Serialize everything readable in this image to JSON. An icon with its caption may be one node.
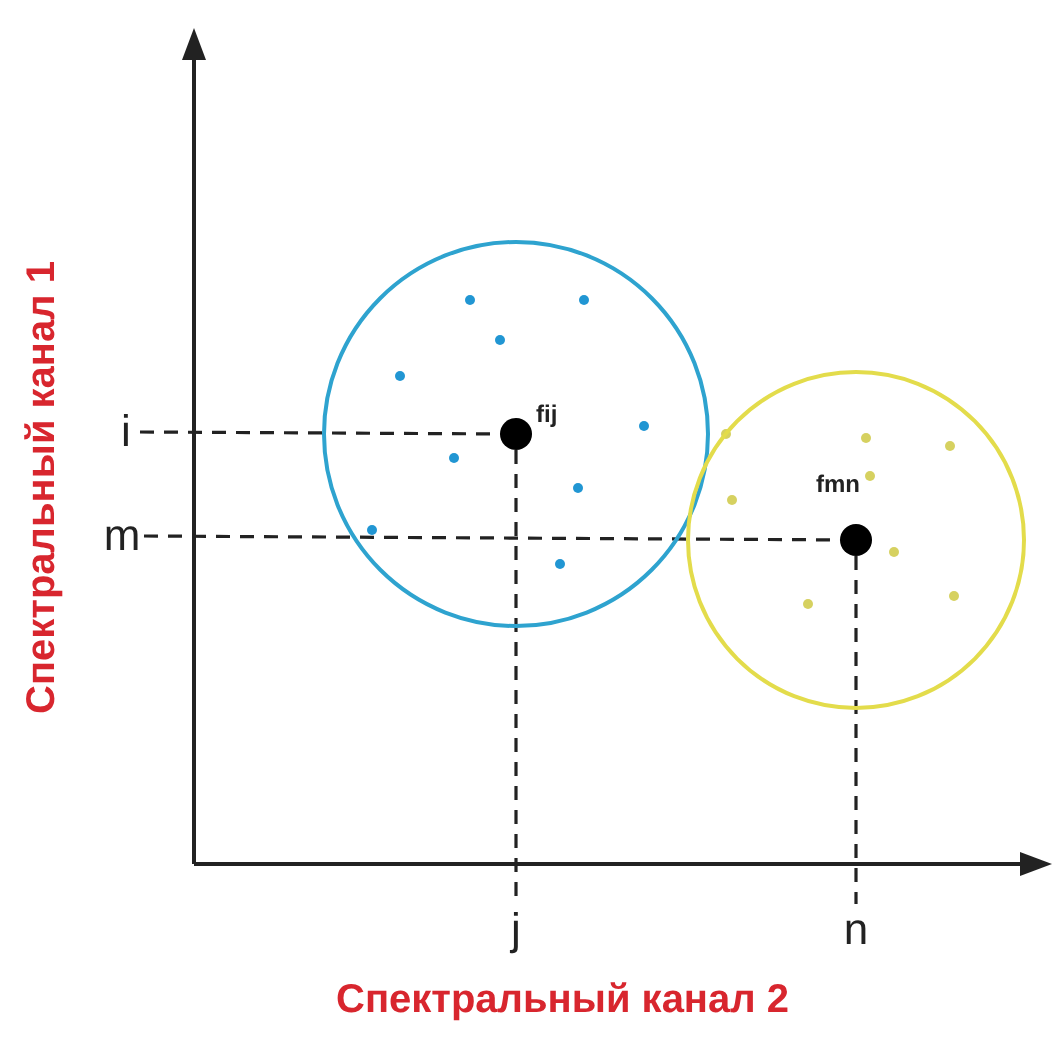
{
  "diagram": {
    "nodes": [
      {
        "text": [],
        "shape": "circle"
      },
      {
        "text": [],
        "shape": "circle",
        "in": 0,
        "beside": [
          "fij"
        ]
      },
      {
        "text": [
          "i"
        ]
      },
      {
        "text": [],
        "shape": "circle"
      },
      {
        "text": [
          "m"
        ]
      },
      {
        "text": [],
        "shape": "circle",
        "in": 3,
        "beside": [
          "fmn"
        ]
      },
      {
        "text": [
          "j"
        ]
      },
      {
        "text": [
          "n"
        ]
      }
    ],
    "edges": [
      {
        "from": 2,
        "to": 1,
        "arrow": "none",
        "style": "dashed"
      },
      {
        "from": 1,
        "to": 6,
        "arrow": "none",
        "style": "dashed"
      },
      {
        "from": 4,
        "to": 5,
        "arrow": "none",
        "style": "dashed"
      },
      {
        "from": 5,
        "to": 7,
        "arrow": "none",
        "style": "dashed"
      }
    ],
    "labels": [
      "Спектральный канал 1",
      "Спектральный канал 2"
    ]
  }
}
